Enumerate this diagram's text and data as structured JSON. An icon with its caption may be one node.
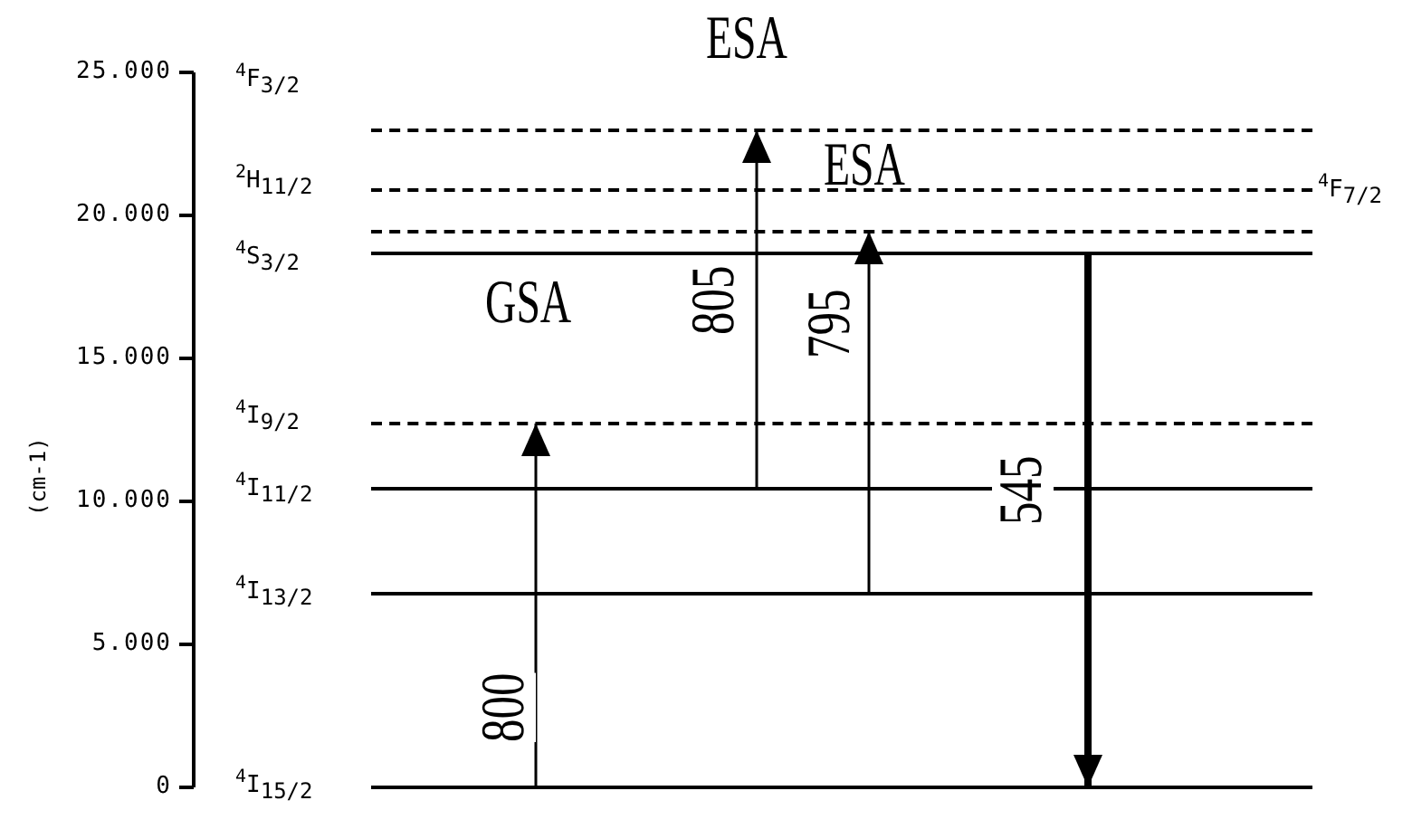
{
  "diagram": {
    "nodes": [
      {
        "text": [
          "$^{4}$F$_{3/2}$"
        ]
      },
      {
        "text": [
          "$^{4}$F$_{7/2}$"
        ]
      },
      {
        "text": [
          "$^{2}$H$_{11/2}$"
        ]
      },
      {
        "text": [
          "$^{4}$S$_{3/2}$"
        ]
      },
      {
        "text": [
          "$^{4}$I$_{9/2}$"
        ]
      },
      {
        "text": [
          "$^{4}$I$_{11/2}$"
        ]
      },
      {
        "text": [
          "$^{4}$I$_{13/2}$"
        ]
      },
      {
        "text": [
          "$^{4}$I$_{15/2}$"
        ]
      }
    ],
    "edges": [
      {
        "from": 7,
        "to": 4,
        "arrow": "to",
        "label": "800"
      },
      {
        "from": 5,
        "to": 0,
        "arrow": "to",
        "label": "805"
      },
      {
        "from": 6,
        "to": 2,
        "arrow": "to",
        "label": "795"
      },
      {
        "from": 3,
        "to": 7,
        "arrow": "to",
        "label": "545",
        "style": "thick"
      }
    ],
    "labels": [
      "25.000",
      "20.000",
      "15.000",
      "10.000",
      "5.000",
      "0",
      "(cm-1)",
      "ESA",
      "ESA",
      "GSA"
    ]
  }
}
